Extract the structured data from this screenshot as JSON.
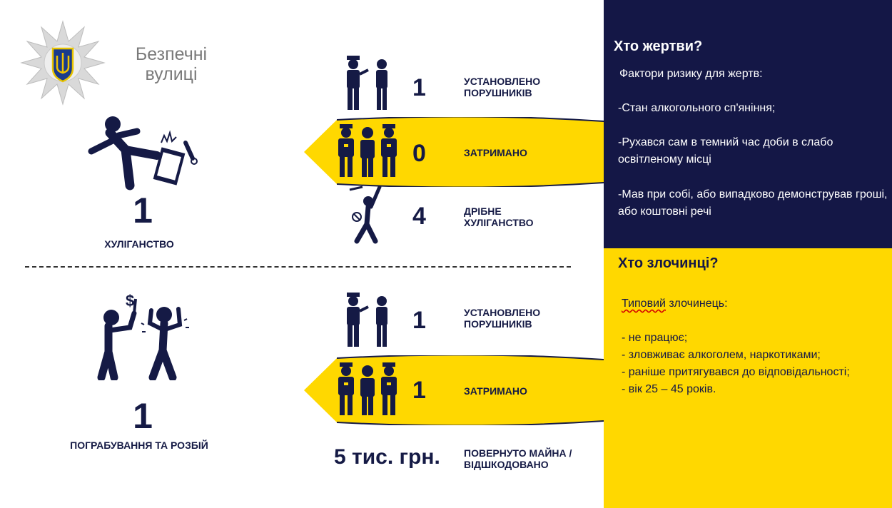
{
  "logo": {
    "title_line1": "Безпечні",
    "title_line2": "вулиці"
  },
  "hooliganism": {
    "count": "1",
    "label": "ХУЛІГАНСТВО",
    "stats": [
      {
        "value": "1",
        "label_line1": "УСТАНОВЛЕНО",
        "label_line2": "ПОРУШНИКІВ"
      },
      {
        "value": "0",
        "label_line1": "ЗАТРИМАНО",
        "label_line2": ""
      },
      {
        "value": "4",
        "label_line1": "ДРІБНЕ",
        "label_line2": "ХУЛІГАНСТВО"
      }
    ]
  },
  "robbery": {
    "count": "1",
    "label": "ПОГРАБУВАННЯ ТА РОЗБІЙ",
    "stats": [
      {
        "value": "1",
        "label_line1": "УСТАНОВЛЕНО",
        "label_line2": "ПОРУШНИКІВ"
      },
      {
        "value": "1",
        "label_line1": "ЗАТРИМАНО",
        "label_line2": ""
      },
      {
        "value": "5 тис. грн.",
        "label_line1": "ПОВЕРНУТО МАЙНА /",
        "label_line2": "ВІДШКОДОВАНО"
      }
    ]
  },
  "victims": {
    "heading": "Хто жертви?",
    "intro": "Фактори ризику для жертв:",
    "items": [
      "-Стан алкогольного сп'яніння;",
      "-Рухався сам в темний час доби в слабо освітленому місці",
      "-Мав при собі, або випадково демонстрував гроші, або коштовні речі"
    ]
  },
  "criminals": {
    "heading": "Хто злочинці?",
    "intro_word": "Типовий",
    "intro_rest": " злочинець:",
    "items": [
      "- не працює;",
      "- зловживає алкоголем, наркотиками;",
      "- раніше притягувався до відповідальності;",
      "- вік 25 – 45 років."
    ]
  },
  "colors": {
    "navy": "#141746",
    "yellow": "#ffd800"
  }
}
